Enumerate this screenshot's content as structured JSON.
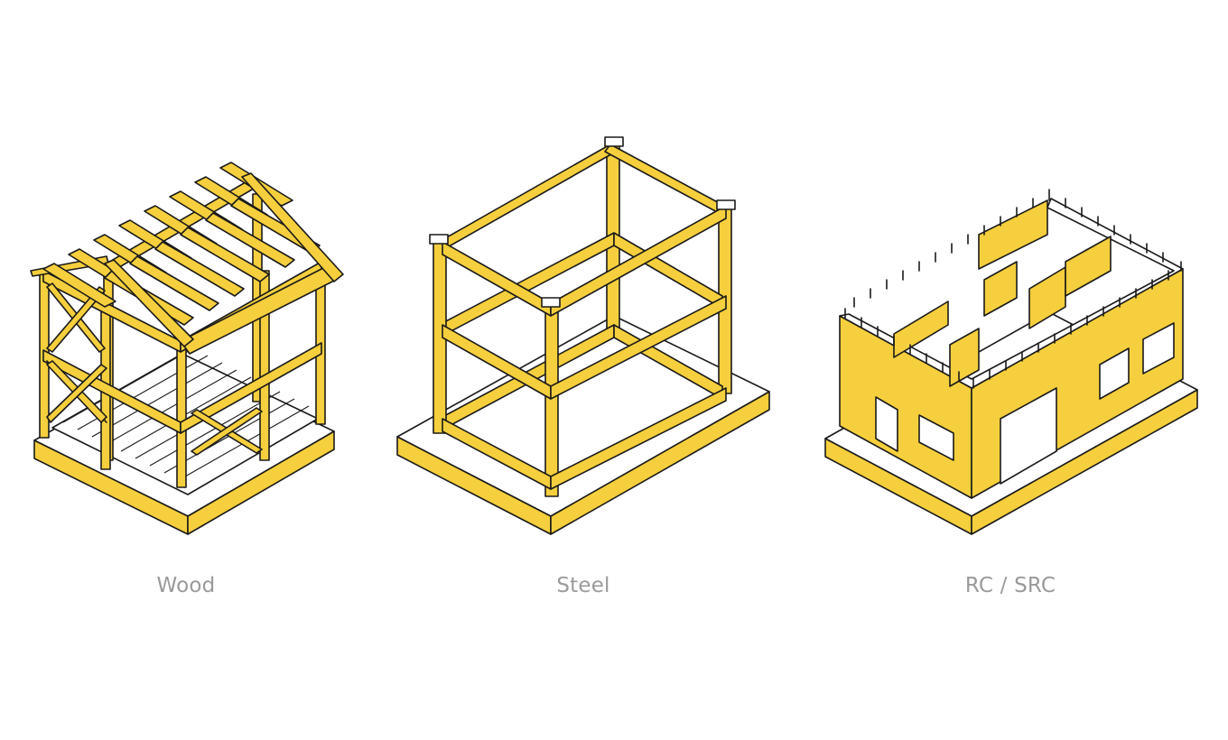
{
  "colors": {
    "accent": "#f5cf3d",
    "accent_shade": "#e8b920",
    "outline": "#1a1a1a",
    "caption": "#9a9a9a"
  },
  "items": [
    {
      "label": "Wood"
    },
    {
      "label": "Steel"
    },
    {
      "label": "RC / SRC"
    }
  ]
}
